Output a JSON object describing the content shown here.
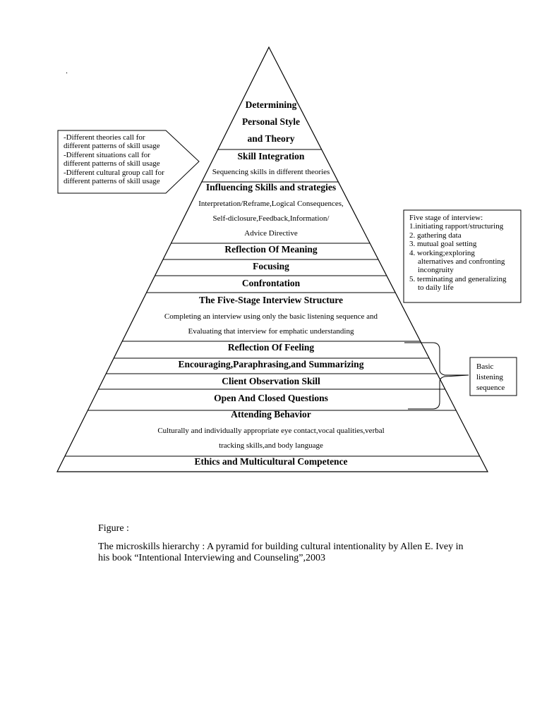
{
  "pyramid": {
    "levels": [
      {
        "title": "Determining",
        "desc": []
      },
      {
        "title": "Personal Style",
        "desc": []
      },
      {
        "title": "and Theory",
        "desc": []
      },
      {
        "title": "Skill Integration",
        "desc": [
          "Sequencing skills in different theories"
        ]
      },
      {
        "title": "Influencing Skills and strategies",
        "desc": [
          "Interpretation/Reframe,Logical Consequences,",
          "Self-diclosure,Feedback,Information/",
          "Advice Directive"
        ]
      },
      {
        "title": "Reflection Of Meaning",
        "desc": []
      },
      {
        "title": "Focusing",
        "desc": []
      },
      {
        "title": "Confrontation",
        "desc": []
      },
      {
        "title": "The Five-Stage Interview Structure",
        "desc": [
          "Completing an interview using only the basic listening sequence and",
          "Evaluating that interview for emphatic understanding"
        ]
      },
      {
        "title": "Reflection Of Feeling",
        "desc": []
      },
      {
        "title": "Encouraging,Paraphrasing,and Summarizing",
        "desc": []
      },
      {
        "title": "Client Observation Skill",
        "desc": []
      },
      {
        "title": "Open And Closed Questions",
        "desc": []
      },
      {
        "title": "Attending Behavior",
        "desc": [
          "Culturally and individually appropriate eye contact,vocal qualities,verbal",
          "tracking skills,and body language"
        ]
      },
      {
        "title": "Ethics and Multicultural Competence",
        "desc": []
      }
    ]
  },
  "callout_left": {
    "lines": [
      "-Different theories call for",
      "different patterns of skill usage",
      "-Different situations call for",
      "different patterns of skill usage",
      "-Different cultural group call for",
      "different patterns of skill usage"
    ]
  },
  "callout_right": {
    "lines": [
      "Five stage of interview:",
      "1.initiating rapport/structuring",
      "2. gathering data",
      "3. mutual goal setting",
      "4. working;exploring",
      "alternatives and confronting",
      "incongruity",
      "5. terminating and generalizing",
      "to daily life"
    ]
  },
  "callout_bracket": {
    "lines": [
      "Basic",
      "listening",
      "sequence"
    ]
  },
  "dot": ".",
  "caption": {
    "label": "Figure :",
    "line1": "The microskills hierarchy : A pyramid for building cultural intentionality by Allen E. Ivey in",
    "line2": "his book  “Intentional Interviewing and Counseling”,2003"
  }
}
